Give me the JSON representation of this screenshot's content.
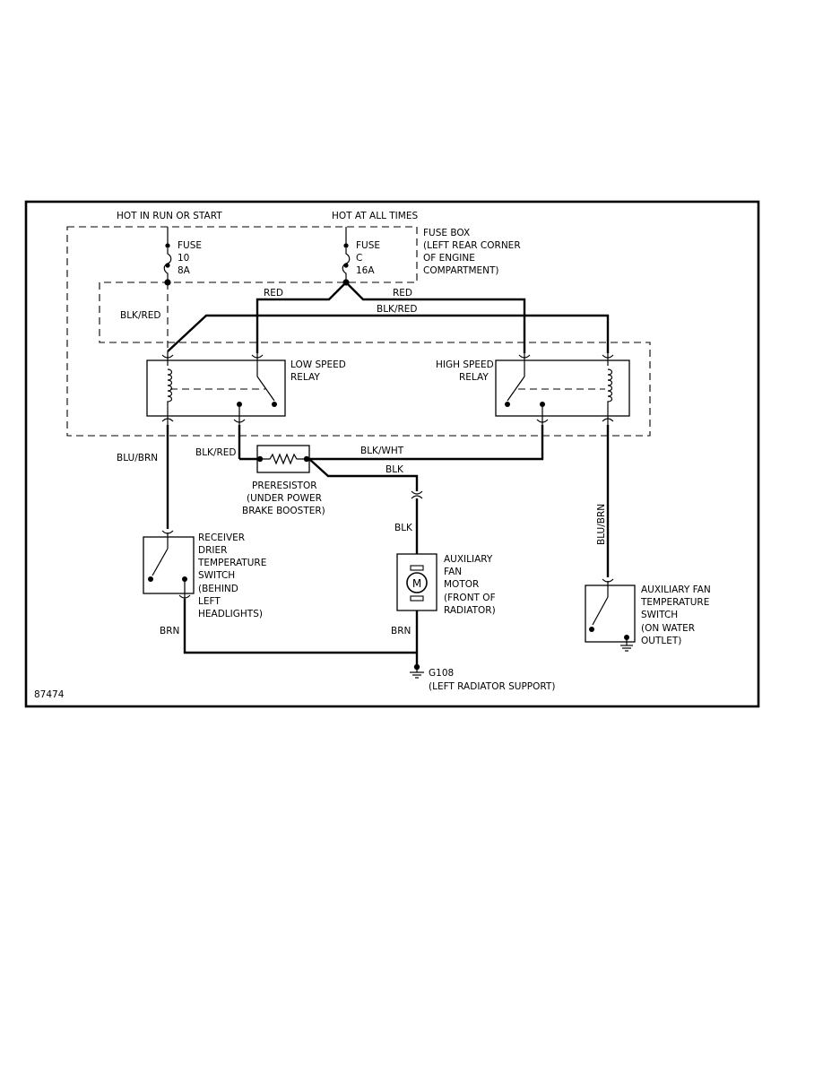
{
  "diagram_id": "87474",
  "power_sources": {
    "run_start": "HOT IN RUN OR START",
    "all_times": "HOT AT ALL TIMES"
  },
  "fuses": {
    "fuse_10": {
      "label": "FUSE",
      "number": "10",
      "rating": "8A"
    },
    "fuse_c": {
      "label": "FUSE",
      "number": "C",
      "rating": "16A"
    }
  },
  "fuse_box": {
    "line1": "FUSE BOX",
    "line2": "(LEFT REAR CORNER",
    "line3": "OF ENGINE",
    "line4": "COMPARTMENT)"
  },
  "relays": {
    "low": {
      "line1": "LOW SPEED",
      "line2": "RELAY"
    },
    "high": {
      "line1": "HIGH SPEED",
      "line2": "RELAY"
    }
  },
  "wires": {
    "red_left": "RED",
    "red_right": "RED",
    "blk_red_top": "BLK/RED",
    "blk_red_left": "BLK/RED",
    "blk_red_pre": "BLK/RED",
    "blu_brn_left": "BLU/BRN",
    "blu_brn_right": "BLU/BRN",
    "blk_wht": "BLK/WHT",
    "blk_diag": "BLK",
    "blk_motor": "BLK",
    "brn_left": "BRN",
    "brn_motor": "BRN"
  },
  "preresistor": {
    "line1": "PRERESISTOR",
    "line2": "(UNDER POWER",
    "line3": "BRAKE BOOSTER)"
  },
  "receiver_switch": {
    "line1": "RECEIVER",
    "line2": "DRIER",
    "line3": "TEMPERATURE",
    "line4": "SWITCH",
    "line5": "(BEHIND",
    "line6": "LEFT",
    "line7": "HEADLIGHTS)"
  },
  "fan_motor": {
    "symbol": "M",
    "line1": "AUXILIARY",
    "line2": "FAN",
    "line3": "MOTOR",
    "line4": "(FRONT OF",
    "line5": "RADIATOR)"
  },
  "aux_fan_switch": {
    "line1": "AUXILIARY FAN",
    "line2": "TEMPERATURE",
    "line3": "SWITCH",
    "line4": "(ON WATER",
    "line5": "OUTLET)"
  },
  "ground": {
    "id": "G108",
    "location": "(LEFT RADIATOR SUPPORT)"
  }
}
